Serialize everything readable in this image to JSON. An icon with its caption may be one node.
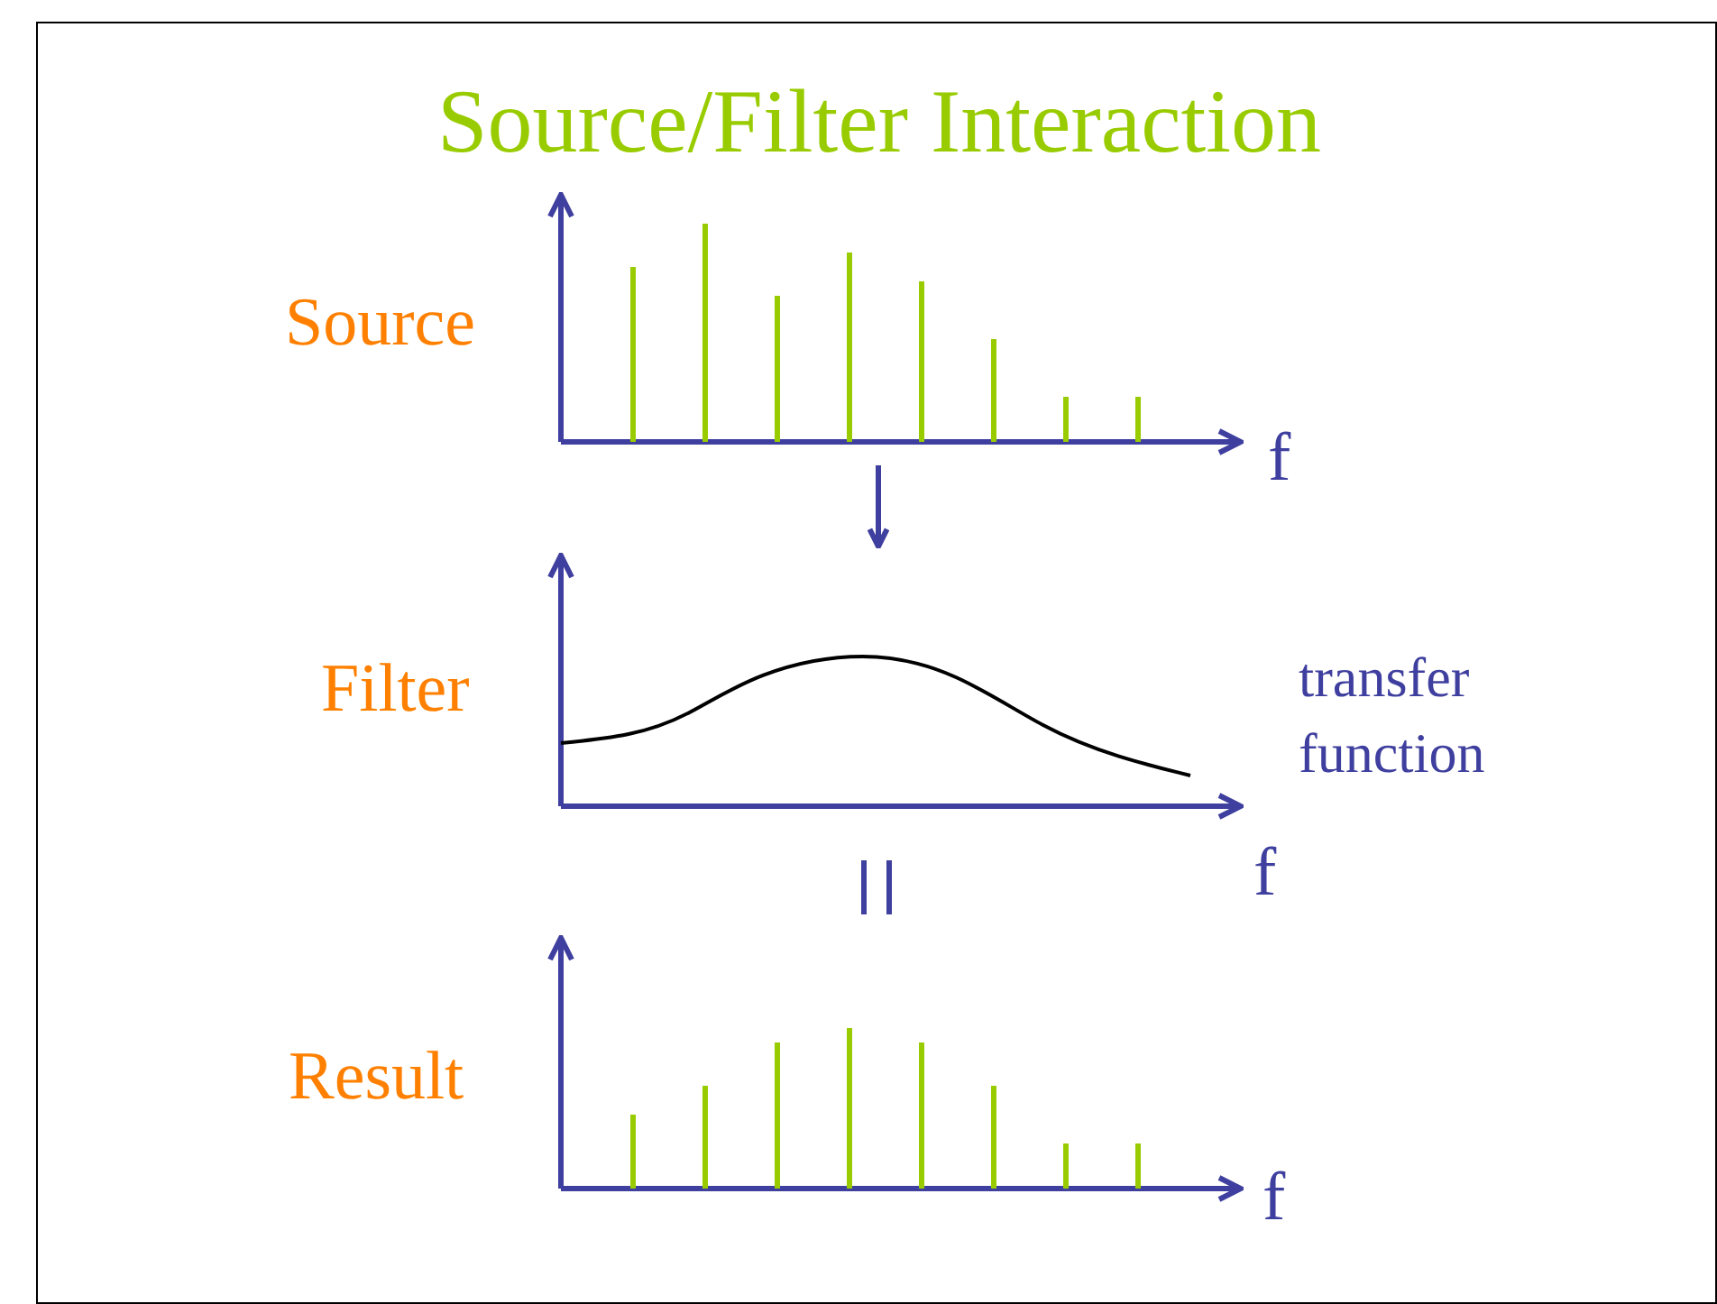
{
  "diagram": {
    "title": "Source/Filter Interaction",
    "nodes": [
      {
        "text": [],
        "shape": "picture",
        "beside": [
          "Source",
          "f"
        ]
      },
      {
        "text": [],
        "shape": "picture",
        "beside": [
          "Filter",
          "transfer function",
          "f"
        ]
      },
      {
        "text": [],
        "shape": "picture",
        "beside": [
          "Result",
          "f"
        ]
      }
    ],
    "edges": [
      {
        "from": 0,
        "to": 1,
        "arrow": "to"
      }
    ]
  }
}
